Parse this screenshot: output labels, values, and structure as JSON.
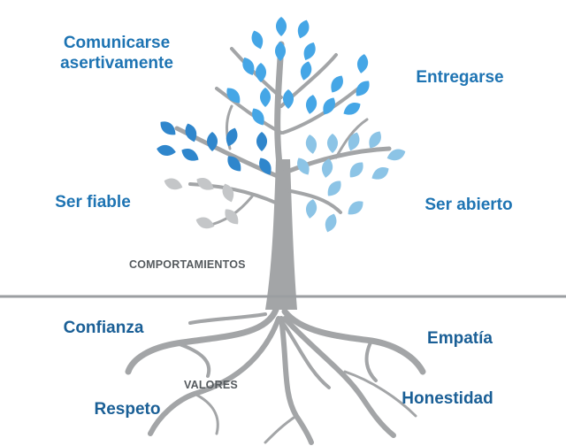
{
  "behaviors": {
    "communicate": "Comunicarse asertivamente",
    "give": "Entregarse",
    "reliable": "Ser fiable",
    "open": "Ser abierto"
  },
  "values": {
    "trust": "Confianza",
    "empathy": "Empatía",
    "respect": "Respeto",
    "honesty": "Honestidad"
  },
  "section_labels": {
    "behaviors": "COMPORTAMIENTOS",
    "values": "VALORES"
  },
  "colors": {
    "leaf_dark_blue": "#2f86cc",
    "leaf_bright_blue": "#45a6e6",
    "leaf_light_blue": "#8cc4e6",
    "leaf_gray": "#c4c6c8",
    "trunk": "#a3a5a7",
    "ground_line": "#9b9ea1",
    "label_blue": "#1e74b3"
  }
}
